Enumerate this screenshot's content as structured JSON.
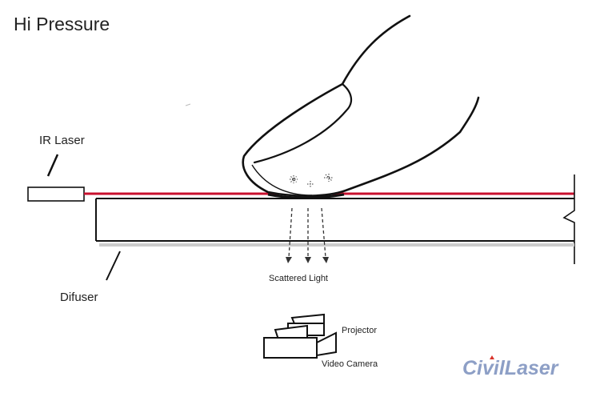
{
  "title": "Hi Pressure",
  "labels": {
    "ir_laser": "IR Laser",
    "difuser": "Difuser",
    "scattered_light": "Scattered Light",
    "projector": "Projector",
    "video_camera": "Video Camera"
  },
  "brand": {
    "name": "CivilLaser",
    "color": "#8d9fc6",
    "accent_color": "#d9342b"
  },
  "colors": {
    "laser_beam": "#c8102e",
    "outline": "#111111",
    "diffuser_shadow": "#cccccc"
  }
}
